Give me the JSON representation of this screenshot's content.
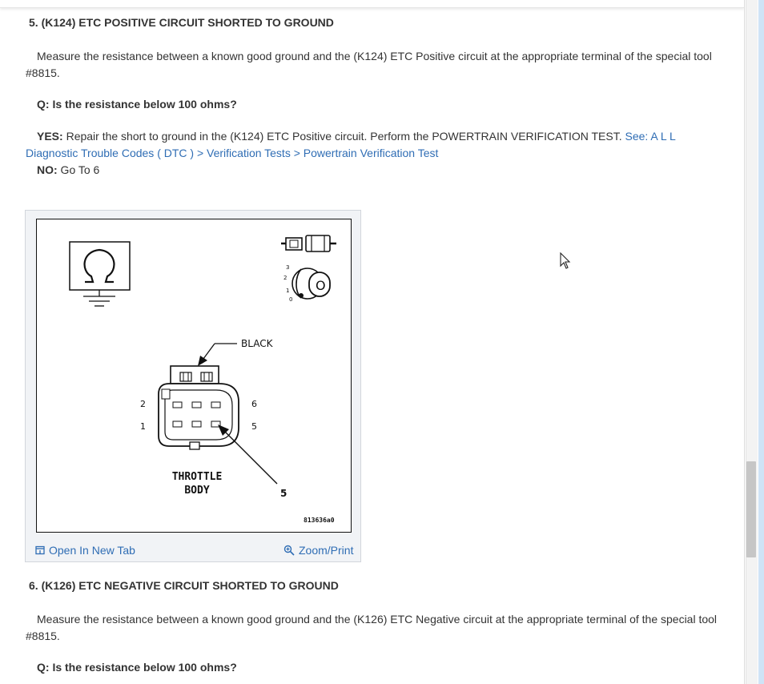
{
  "step5": {
    "title": "5. (K124) ETC POSITIVE CIRCUIT SHORTED TO GROUND",
    "measure_text": "Measure the resistance between a known good ground and the (K124) ETC Positive circuit at the appropriate terminal of the special tool #8815.",
    "question_label": "Q: Is the resistance below 100 ohms?",
    "yes_label": "YES:",
    "yes_text": " Repair the short to ground in the (K124) ETC Positive circuit. Perform the POWERTRAIN VERIFICATION TEST. ",
    "yes_link": "See: A L L Diagnostic Trouble Codes ( DTC ) > Verification Tests > Powertrain Verification Test",
    "no_label": "NO:",
    "no_text": " Go To 6"
  },
  "figure": {
    "black_label": "BLACK",
    "pin_2": "2",
    "pin_1": "1",
    "pin_6": "6",
    "pin_5": "5",
    "body_label_1": "THROTTLE",
    "body_label_2": "BODY",
    "callout": "5",
    "code": "813636a0",
    "dial_3": "3",
    "dial_2": "2",
    "dial_1": "1",
    "dial_0": "0",
    "dial_o": "O",
    "open_tab_label": "Open In New Tab",
    "zoom_label": "Zoom/Print"
  },
  "step6": {
    "title": "6. (K126) ETC NEGATIVE CIRCUIT SHORTED TO GROUND",
    "measure_text": "Measure the resistance between a known good ground and the (K126) ETC Negative circuit at the appropriate terminal of the special tool #8815.",
    "question_label": "Q: Is the resistance below 100 ohms?"
  }
}
